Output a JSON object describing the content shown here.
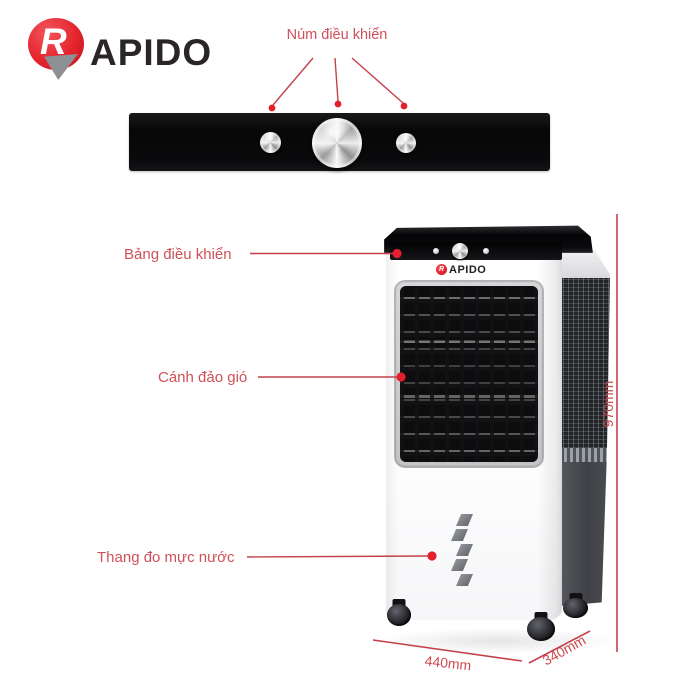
{
  "brand": {
    "logo_letter": "R",
    "logo_text": "APIDO"
  },
  "callouts": {
    "knob": "Núm điều khiển",
    "panel": "Bảng điều khiển",
    "louver": "Cánh đảo gió",
    "water": "Thang đo mực nước"
  },
  "dimensions": {
    "height": "970mm",
    "width": "440mm",
    "depth": "340mm"
  },
  "product": {
    "logo_text": "APIDO"
  },
  "colors": {
    "annotation_text": "#d05058",
    "annotation_line": "#c4414b",
    "annotation_dot": "#e41f2e",
    "brand_red": "#e5242d",
    "brand_grey": "#8e9194",
    "logo_dark": "#2a2627",
    "panel_black": "#0c0c0e"
  }
}
